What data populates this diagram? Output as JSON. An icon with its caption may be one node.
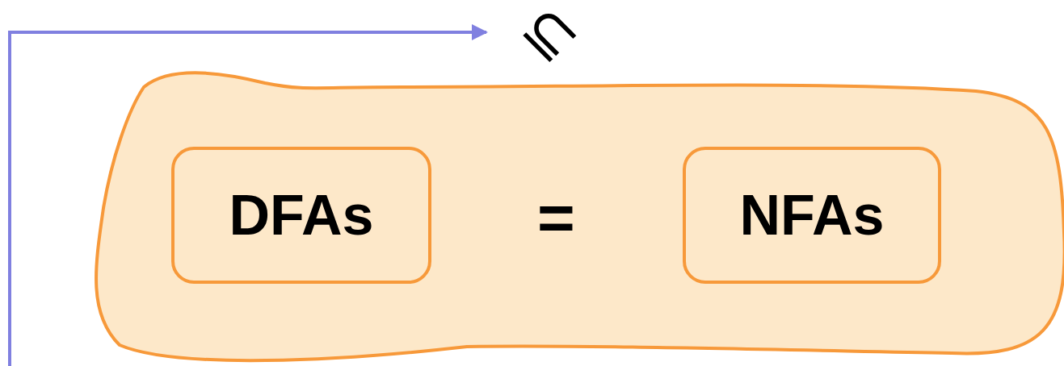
{
  "diagram": {
    "nodes": [
      {
        "text": [],
        "shape": "cloud"
      },
      {
        "text": [
          "DFAs"
        ],
        "in": 0
      },
      {
        "text": [
          "NFAs"
        ],
        "in": 0
      },
      {
        "text": [
          "⊆"
        ]
      }
    ],
    "edges": [
      {
        "from": null,
        "to": 3,
        "arrow": "to"
      }
    ],
    "labels": [
      "="
    ]
  }
}
